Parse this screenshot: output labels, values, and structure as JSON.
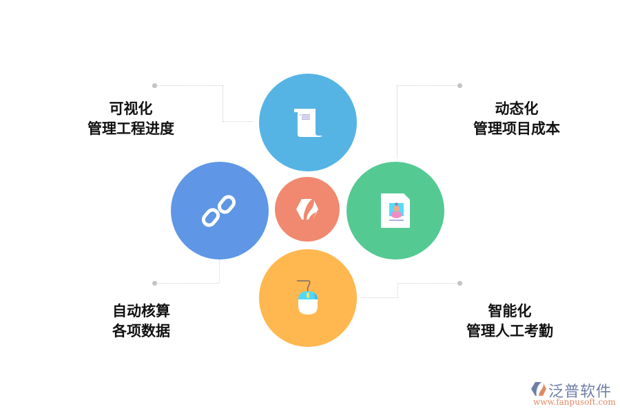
{
  "diagram": {
    "type": "radial-feature-diagram",
    "center": {
      "icon": "logo-hexagon-icon",
      "color": "#f0896f"
    },
    "nodes": [
      {
        "id": "top",
        "icon": "scroll-document-icon",
        "color": "#56b4e4"
      },
      {
        "id": "left",
        "icon": "chain-link-icon",
        "color": "#5f96e5"
      },
      {
        "id": "right",
        "icon": "profile-card-icon",
        "color": "#55c992"
      },
      {
        "id": "bottom",
        "icon": "computer-mouse-icon",
        "color": "#ffb74f"
      }
    ],
    "labels": {
      "top_left": {
        "line1": "可视化",
        "line2": "管理工程进度"
      },
      "top_right": {
        "line1": "动态化",
        "line2": "管理项目成本"
      },
      "bottom_left": {
        "line1": "自动核算",
        "line2": "各项数据"
      },
      "bottom_right": {
        "line1": "智能化",
        "line2": "管理人工考勤"
      }
    },
    "connector_color": "#c3c3c3"
  },
  "watermark": {
    "name": "泛普软件",
    "url": "www.fanpusoft.com",
    "name_color": "#6e7ea8",
    "url_color": "#e08a63"
  }
}
